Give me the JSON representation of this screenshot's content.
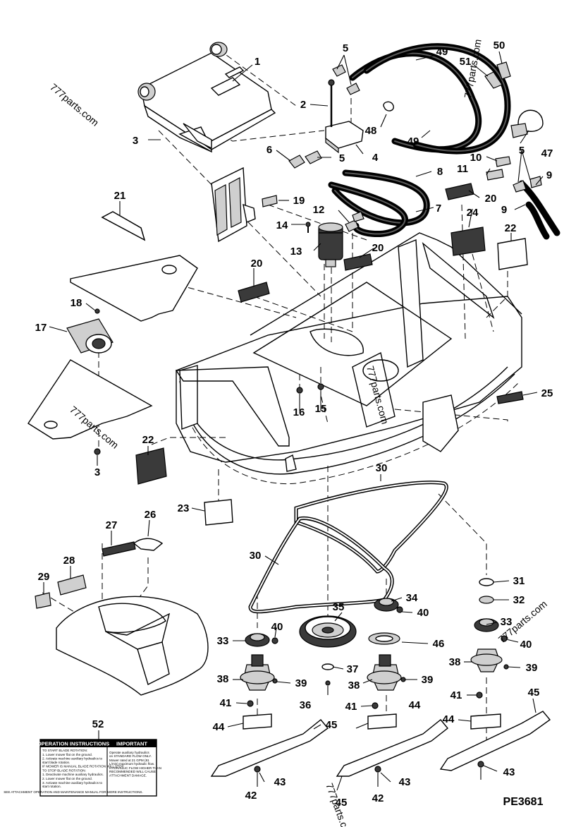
{
  "diagram_code": "PE3681",
  "watermarks": [
    "777parts.com",
    "777parts.com",
    "777parts.com",
    "777parts.com",
    "777parts.com",
    "777parts.com"
  ],
  "callouts": [
    "1",
    "2",
    "3",
    "4",
    "5",
    "5",
    "6",
    "7",
    "8",
    "9",
    "9",
    "10",
    "11",
    "12",
    "13",
    "14",
    "15",
    "16",
    "17",
    "18",
    "19",
    "20",
    "20",
    "20",
    "21",
    "22",
    "22",
    "23",
    "24",
    "25",
    "26",
    "27",
    "28",
    "29",
    "30",
    "30",
    "31",
    "32",
    "33",
    "33",
    "34",
    "35",
    "36",
    "37",
    "38",
    "38",
    "38",
    "39",
    "39",
    "39",
    "40",
    "40",
    "40",
    "41",
    "41",
    "41",
    "42",
    "42",
    "43",
    "43",
    "43",
    "44",
    "44",
    "44",
    "45",
    "45",
    "45",
    "46",
    "47",
    "48",
    "49",
    "49",
    "50",
    "51",
    "52",
    "3",
    "5"
  ],
  "decal_52": {
    "left_title": "OPERATION INSTRUCTIONS",
    "right_title": "IMPORTANT",
    "left_lines": [
      "TO START BLADE ROTATION:",
      "1. Lower mower flat on the ground.",
      "2. Activate machine auxiliary hydraulics to start blade rotation.",
      "IF MOWER IS MANUAL BLADE ROTATION WILL STOP.",
      "TO STOP BLADE ROTATION:",
      "1. Deactivate machine auxiliary hydraulics.",
      "2. Lower mower flat on the ground.",
      "3. Activate machine auxiliary hydraulics to start rotation."
    ],
    "right_lines": [
      "Operate auxiliary hydraulics on STANDARD FLOW ONLY.",
      "Mower rated at 21 GPM (81 L/min) maximum hydraulic flow.",
      "HYDRAULIC FLOW HIGHER THAN RECOMMENDED WILL CAUSE ATTACHMENT DAMAGE."
    ],
    "footer": "SEE ATTACHMENT OPERATION AND MAINTENANCE MANUAL FOR MORE INSTRUCTIONS."
  },
  "colors": {
    "ink": "#000000",
    "paper": "#ffffff",
    "shade": "#cfcfcf",
    "dark": "#3a3a3a"
  }
}
